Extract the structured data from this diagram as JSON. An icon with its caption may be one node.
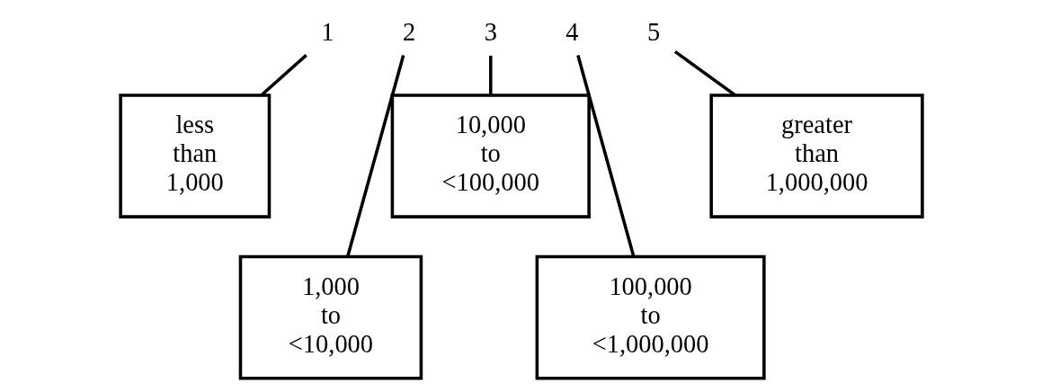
{
  "diagram": {
    "nodes": [
      {
        "text": [
          "1"
        ]
      },
      {
        "text": [
          "2"
        ]
      },
      {
        "text": [
          "3"
        ]
      },
      {
        "text": [
          "4"
        ]
      },
      {
        "text": [
          "5"
        ]
      },
      {
        "text": [
          "less than 1,000"
        ]
      },
      {
        "text": [
          "1,000 to <10,000"
        ]
      },
      {
        "text": [
          "10,000 to <100,000"
        ]
      },
      {
        "text": [
          "100,000 to <1,000,000"
        ]
      },
      {
        "text": [
          "greater than 1,000,000"
        ]
      }
    ],
    "edges": [
      {
        "from": 0,
        "to": 5,
        "arrow": "none"
      },
      {
        "from": 1,
        "to": 6,
        "arrow": "none"
      },
      {
        "from": 2,
        "to": 7,
        "arrow": "none"
      },
      {
        "from": 3,
        "to": 8,
        "arrow": "none"
      },
      {
        "from": 4,
        "to": 9,
        "arrow": "none"
      }
    ]
  }
}
